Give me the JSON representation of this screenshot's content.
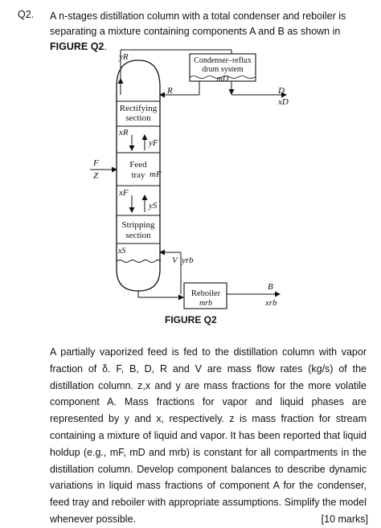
{
  "question": {
    "number": "Q2.",
    "intro": "A n-stages distillation column with a total condenser and reboiler is separating a mixture containing components A and B as shown in ",
    "figure_ref": "FIGURE Q2",
    "intro_end": "."
  },
  "figure": {
    "caption": "FIGURE Q2",
    "labels": {
      "yR": "yR",
      "condenser_line1": "Condenser–reflux",
      "condenser_line2": "drum system",
      "mD": "mD",
      "R": "R",
      "D": "D",
      "xD": "xD",
      "rectifying1": "Rectifying",
      "rectifying2": "section",
      "xR": "xR",
      "yF": "yF",
      "F": "F",
      "Z": "Z",
      "feed1": "Feed",
      "feed2": "tray",
      "mF": "mF",
      "xF": "xF",
      "yS": "yS",
      "stripping1": "Stripping",
      "stripping2": "section",
      "xS": "xS",
      "V": "V",
      "yrb": "yrb",
      "reboiler": "Reboiler",
      "mrb": "mrb",
      "B": "B",
      "xrb": "xrb"
    }
  },
  "body": {
    "text": "A partially vaporized feed is fed to the distillation column with vapor fraction of δ. F, B, D, R and V are mass flow rates (kg/s) of the distillation column. z,x and y are mass fractions for the more volatile component A. Mass fractions for vapor and liquid phases are represented by y and x, respectively. z is mass fraction for stream containing a mixture of liquid and vapor. It has been reported that liquid holdup (e.g., mF, mD and mrb) is constant for all compartments in the distillation column. Develop component balances to describe dynamic variations in liquid mass fractions of component A for the condenser, feed tray and reboiler with appropriate assumptions. Simplify the model whenever possible."
  },
  "marks": "[10 marks]"
}
